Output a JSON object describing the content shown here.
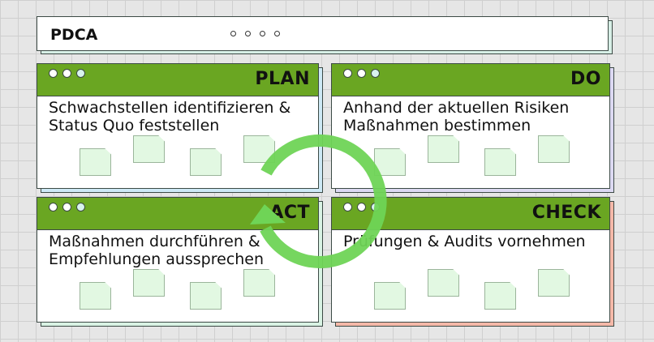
{
  "header": {
    "title": "PDCA"
  },
  "panels": [
    {
      "label": "PLAN",
      "text": "Schwachstellen identifizieren & Status Quo feststellen",
      "shadow": "#cde9f5"
    },
    {
      "label": "DO",
      "text": "Anhand der aktuellen Risiken Maßnahmen bestimmen",
      "shadow": "#dcd9f2"
    },
    {
      "label": "ACT",
      "text": "Maßnahmen durchführen & Empfehlungen aussprechen",
      "shadow": "#d9f3e4"
    },
    {
      "label": "CHECK",
      "text": "Prüfungen & Audits vornehmen",
      "shadow": "#f5b8a8"
    }
  ],
  "colors": {
    "bar": "#6aa622",
    "arrow": "#6fd456"
  }
}
